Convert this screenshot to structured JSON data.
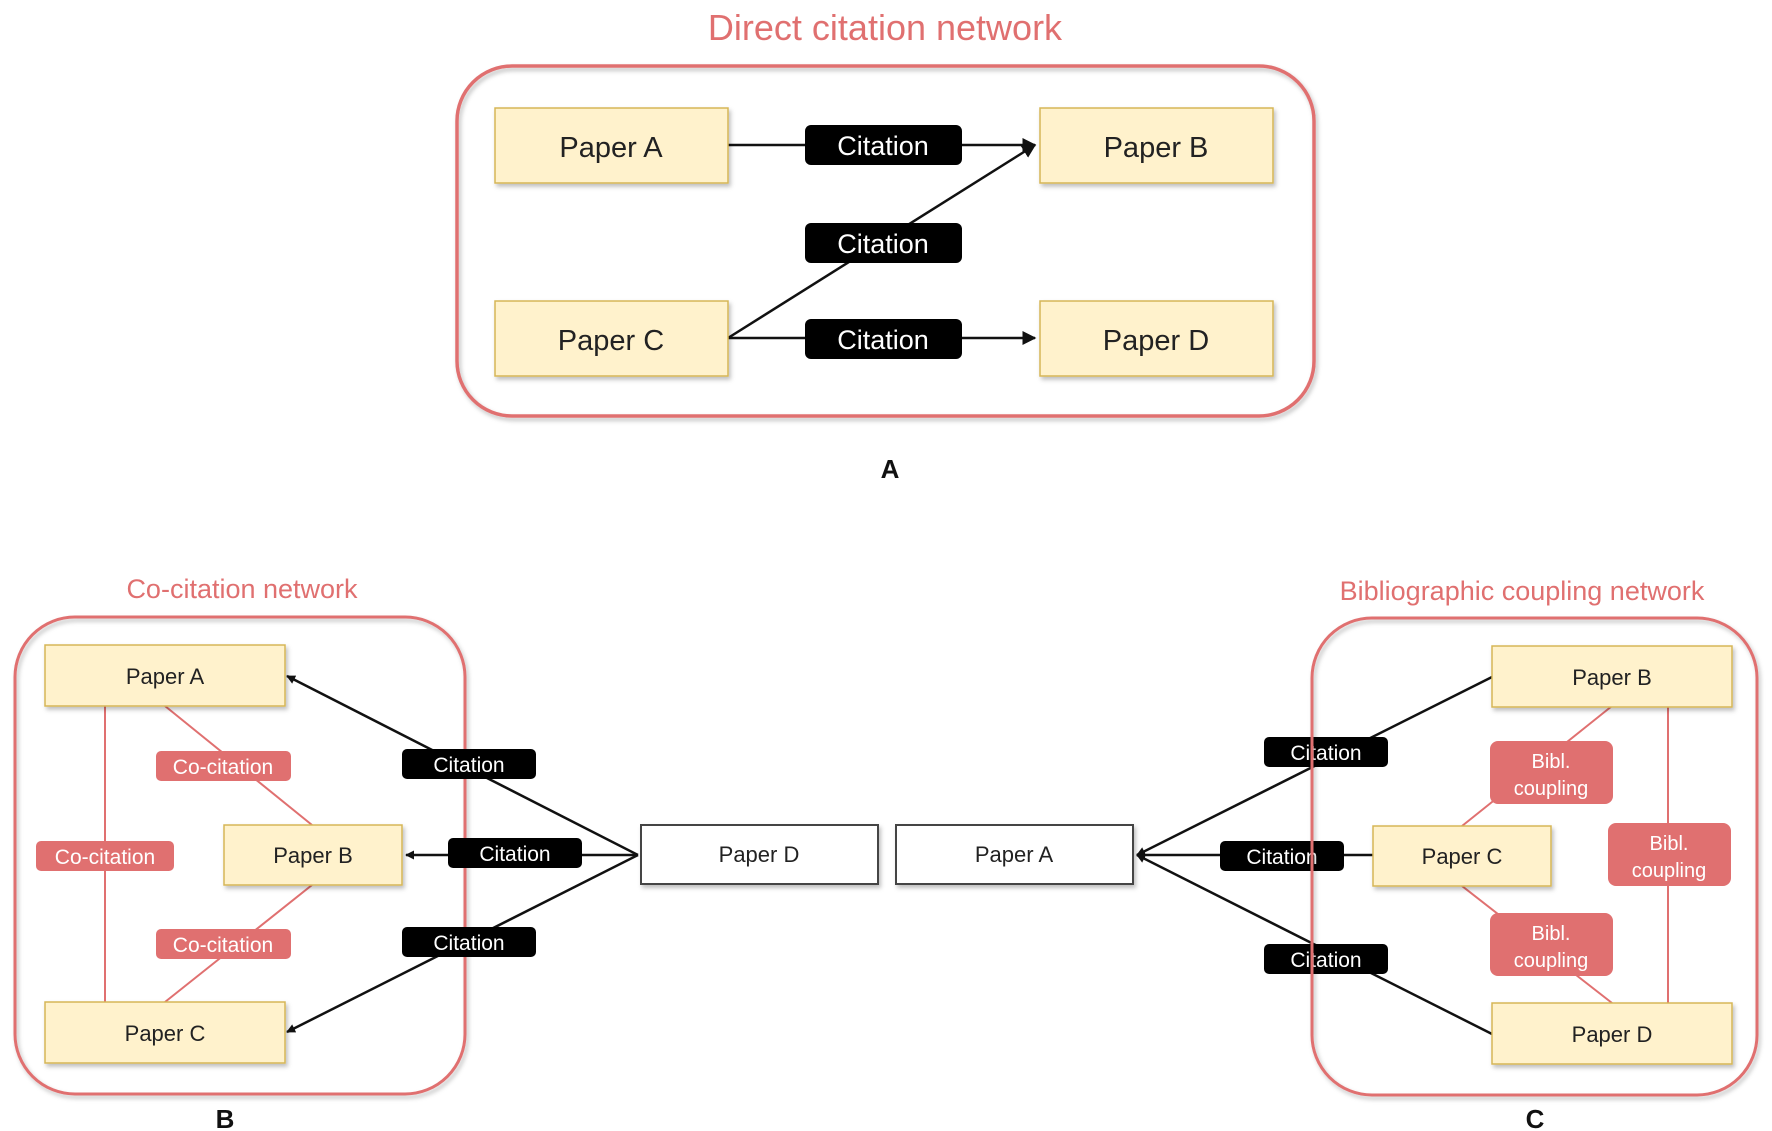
{
  "colors": {
    "frame": "#e07070",
    "paper_fill": "#fff2cc",
    "paper_stroke": "#d6b656",
    "citation_fill": "#000000",
    "relation_fill": "#e07070",
    "relation_line": "#e07070",
    "edge": "#111111"
  },
  "panel_a": {
    "title": "Direct citation network",
    "letter": "A",
    "papers": {
      "a": "Paper A",
      "b": "Paper B",
      "c": "Paper C",
      "d": "Paper D"
    },
    "citations": [
      "Citation",
      "Citation",
      "Citation"
    ]
  },
  "panel_b": {
    "title": "Co-citation network",
    "letter": "B",
    "papers": {
      "a": "Paper A",
      "b": "Paper B",
      "c": "Paper C"
    },
    "relations": [
      "Co-citation",
      "Co-citation",
      "Co-citation"
    ]
  },
  "center": {
    "paper_d": "Paper D",
    "paper_a": "Paper A",
    "left_citations": [
      "Citation",
      "Citation",
      "Citation"
    ],
    "right_citations": [
      "Citation",
      "Citation",
      "Citation"
    ]
  },
  "panel_c": {
    "title": "Bibliographic coupling network",
    "letter": "C",
    "papers": {
      "b": "Paper B",
      "c": "Paper C",
      "d": "Paper D"
    },
    "relations": [
      [
        "Bibl.",
        "coupling"
      ],
      [
        "Bibl.",
        "coupling"
      ],
      [
        "Bibl.",
        "coupling"
      ]
    ]
  }
}
